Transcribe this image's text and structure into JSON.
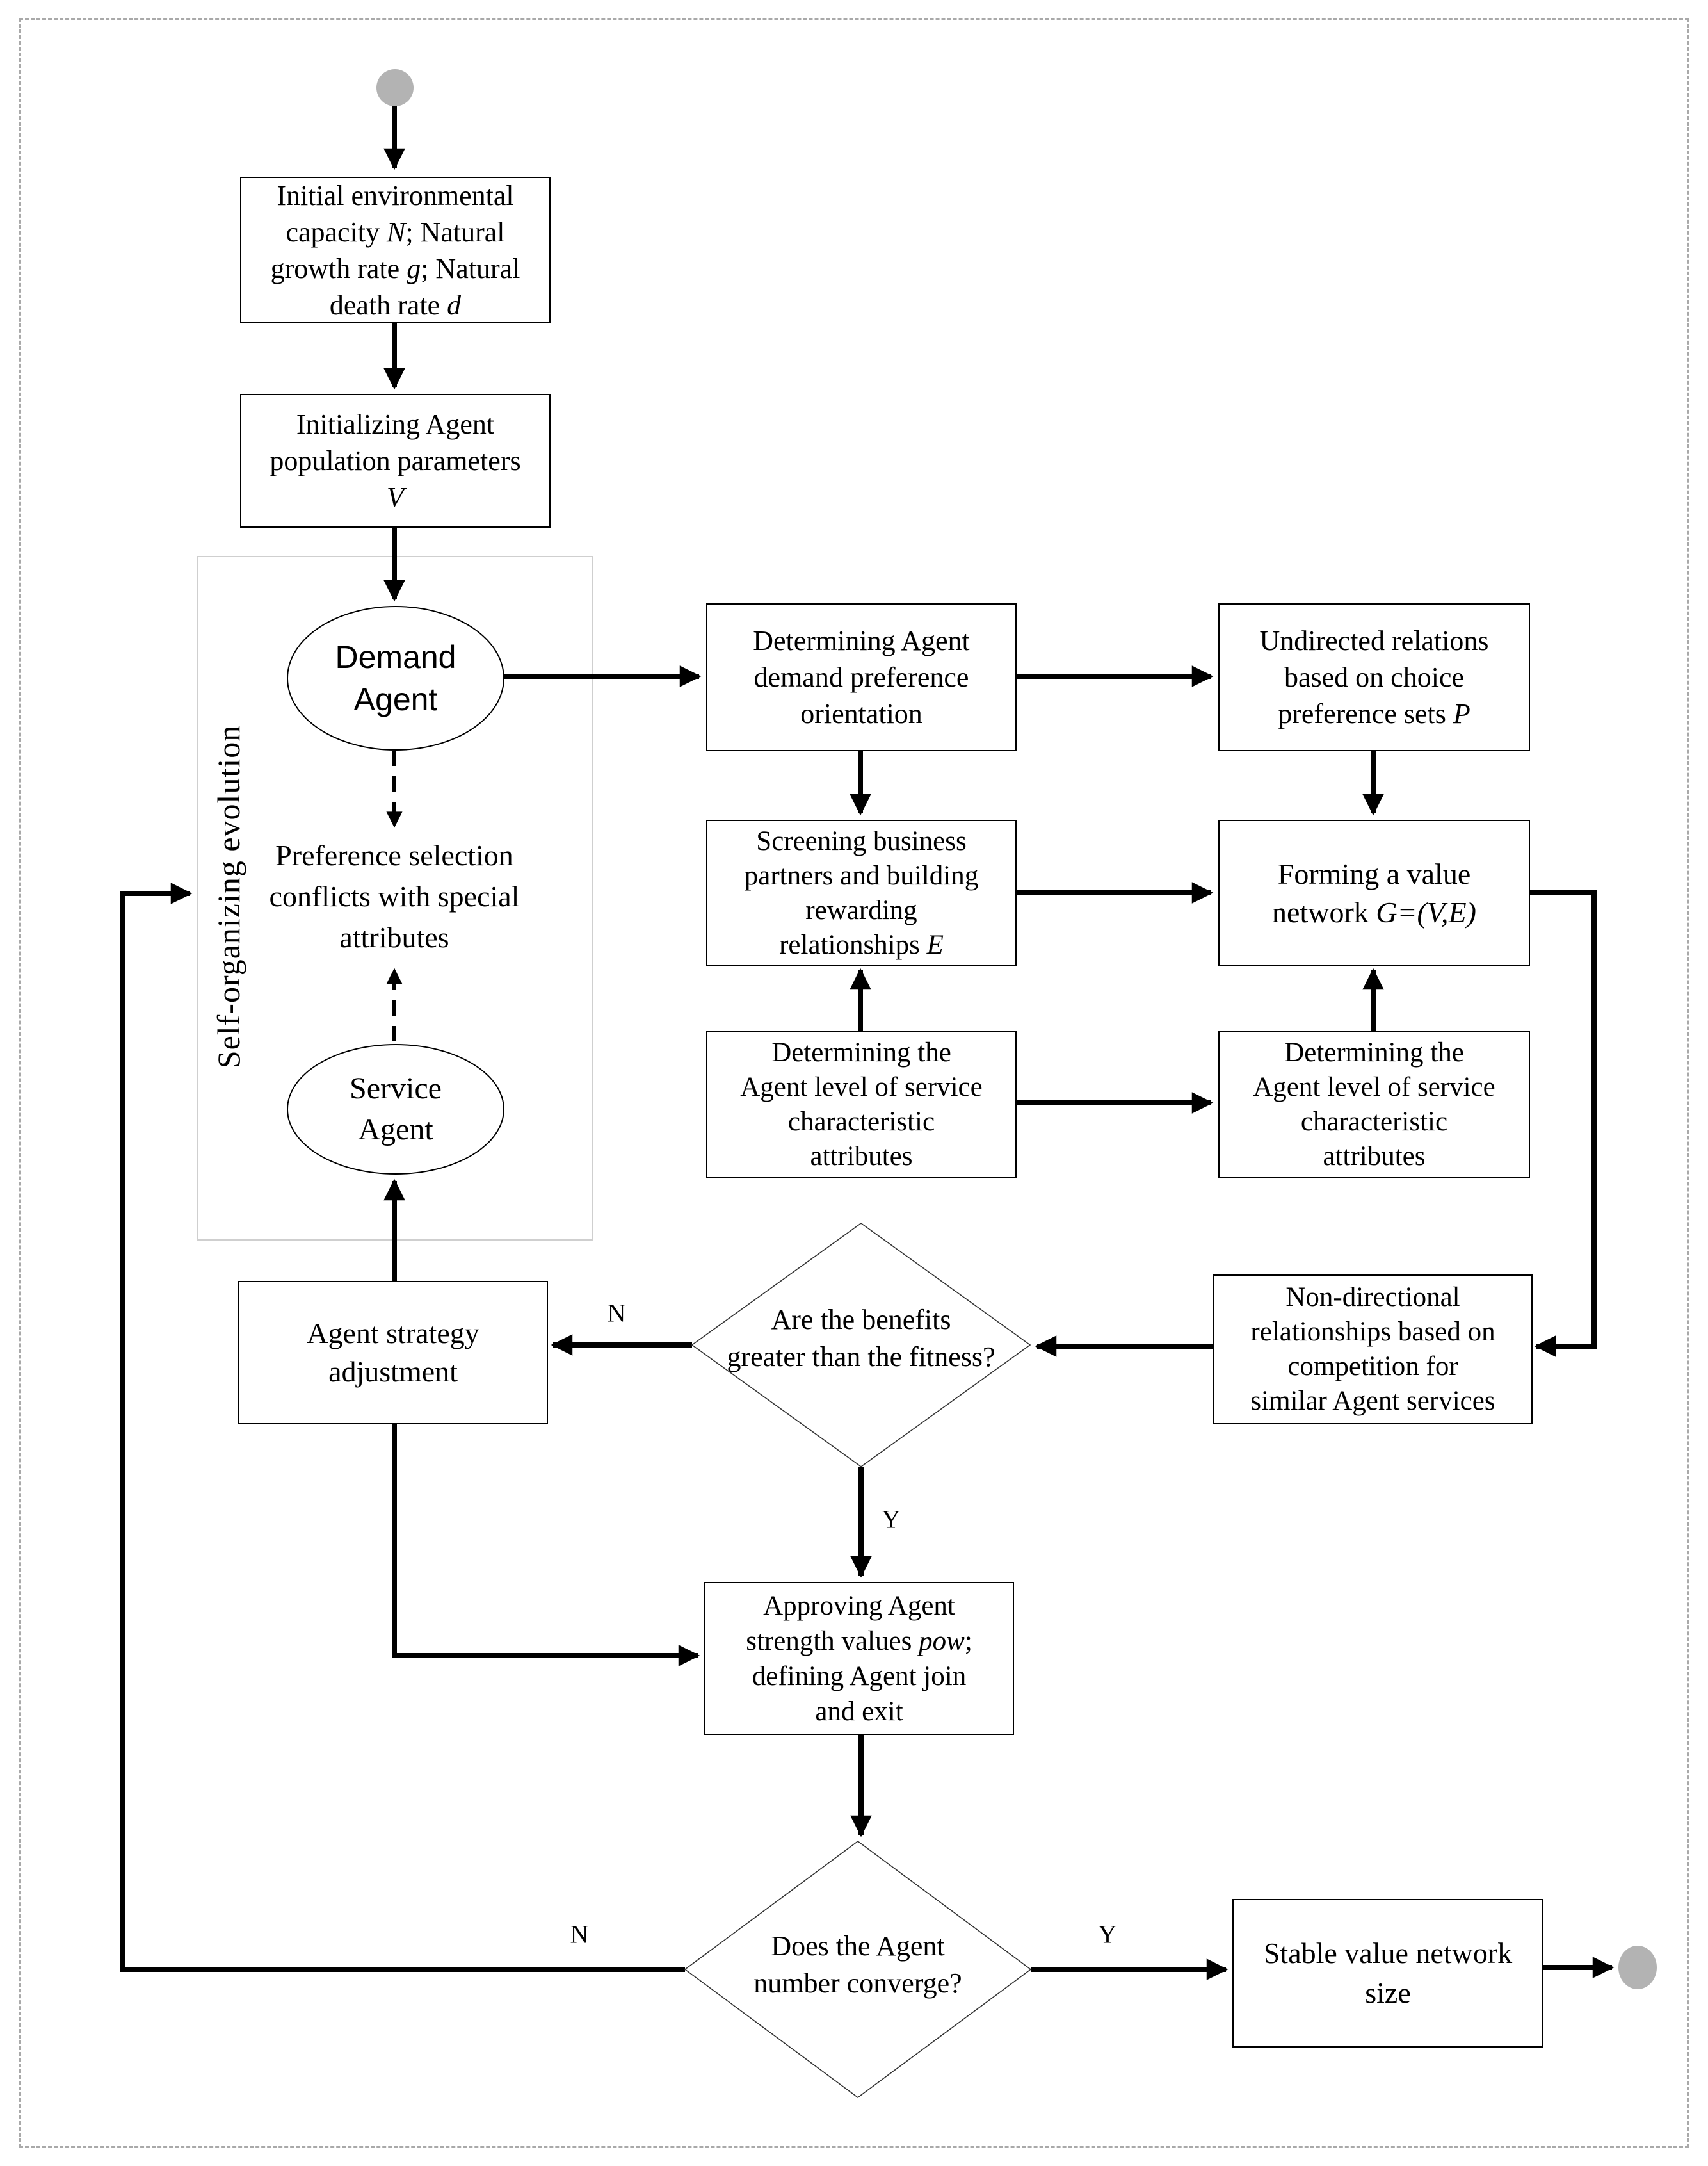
{
  "figure": {
    "type": "flowchart",
    "group_label": "Self-organizing evolution"
  },
  "nodes": {
    "initial": {
      "l1": "Initial environmental",
      "l2a": "capacity ",
      "l2b": "N",
      "l2c": "; Natural",
      "l3a": "growth rate ",
      "l3b": "g",
      "l3c": "; Natural",
      "l4a": "death rate ",
      "l4b": "d"
    },
    "init_pop": {
      "l1": "Initializing Agent",
      "l2": "population parameters",
      "l3v": "V"
    },
    "demand": {
      "l1": "Demand",
      "l2": "Agent"
    },
    "pref_conflict": {
      "l1": "Preference selection",
      "l2": "conflicts with special",
      "l3": "attributes"
    },
    "service": {
      "l1": "Service",
      "l2": "Agent"
    },
    "det_pref": {
      "l1": "Determining Agent",
      "l2": "demand preference",
      "l3": "orientation"
    },
    "undirected": {
      "l1": "Undirected relations",
      "l2": "based on choice",
      "l3a": "preference sets ",
      "l3b": "P"
    },
    "screening": {
      "l1": "Screening business",
      "l2": "partners and building",
      "l3": "rewarding",
      "l4a": "relationships ",
      "l4b": "E"
    },
    "forming": {
      "l1": "Forming a value",
      "l2a": "network ",
      "l2b": "G=(V,E)"
    },
    "det_level_mid": {
      "l1": "Determining the",
      "l2": "Agent level of service",
      "l3": "characteristic",
      "l4": "attributes"
    },
    "det_level_right": {
      "l1": "Determining the",
      "l2": "Agent level of service",
      "l3": "characteristic",
      "l4": "attributes"
    },
    "diamond_benefits": {
      "l1": "Are the benefits",
      "l2": "greater than the fitness?"
    },
    "agent_strategy": {
      "l1": "Agent strategy",
      "l2": "adjustment"
    },
    "non_directional": {
      "l1": "Non-directional",
      "l2": "relationships based on",
      "l3": "competition for",
      "l4": "similar Agent services"
    },
    "approving": {
      "l1": "Approving Agent",
      "l2a": "strength values ",
      "l2b": "pow",
      "l2c": ";",
      "l3": "defining Agent join",
      "l4": "and exit"
    },
    "diamond_converge": {
      "l1": "Does the Agent",
      "l2": "number converge?"
    },
    "stable": {
      "l1": "Stable value network",
      "l2": "size"
    }
  },
  "labels": {
    "n_benefits": "N",
    "y_benefits": "Y",
    "n_converge": "N",
    "y_converge": "Y"
  },
  "colors": {
    "terminal_fill": "#b3b3b3",
    "line": "#000000",
    "group_border": "#cfcfcf",
    "page_border": "#a9a9a9"
  }
}
